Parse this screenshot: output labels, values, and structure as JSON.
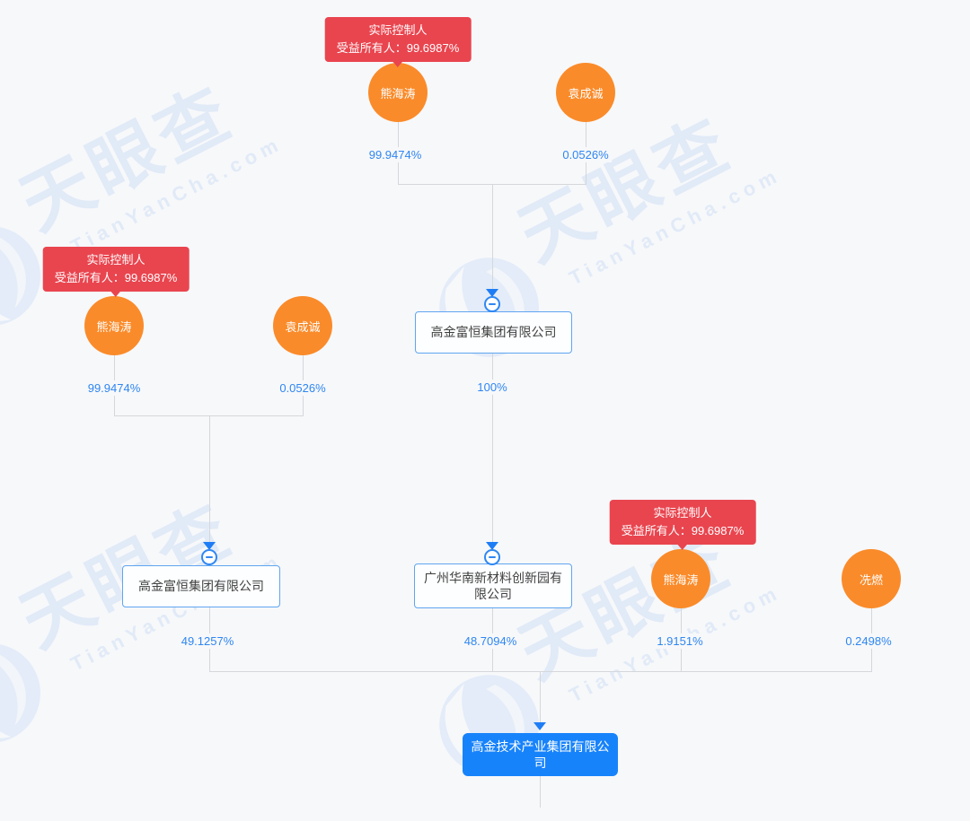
{
  "watermark": {
    "brand": "天眼查",
    "domain": "TianYanCha.com"
  },
  "badges": {
    "top": {
      "line1": "实际控制人",
      "line2": "受益所有人：99.6987%"
    },
    "left": {
      "line1": "实际控制人",
      "line2": "受益所有人：99.6987%"
    },
    "right": {
      "line1": "实际控制人",
      "line2": "受益所有人：99.6987%"
    }
  },
  "persons": {
    "top1": {
      "name": "熊海涛",
      "percent": "99.9474%"
    },
    "top2": {
      "name": "袁成诚",
      "percent": "0.0526%"
    },
    "left1": {
      "name": "熊海涛",
      "percent": "99.9474%"
    },
    "left2": {
      "name": "袁成诚",
      "percent": "0.0526%"
    },
    "right1": {
      "name": "熊海涛",
      "percent": "1.9151%"
    },
    "right2": {
      "name": "冼燃",
      "percent": "0.2498%"
    }
  },
  "companies": {
    "fuheng_top": {
      "name": "高金富恒集团有限公司",
      "percent_out": "100%"
    },
    "fuheng_left": {
      "name": "高金富恒集团有限公司",
      "percent_out": "49.1257%"
    },
    "huanan": {
      "name": "广州华南新材料创新园有限公司",
      "percent_out": "48.7094%"
    },
    "root": {
      "name": "高金技术产业集团有限公司"
    }
  },
  "colors": {
    "page_background": "#f7f8fa",
    "node_orange": "#fa8b2a",
    "badge_red": "#e9454f",
    "box_border_blue": "#5fa5f0",
    "root_fill_blue": "#1783fb",
    "percent_text_blue": "#2e86f2",
    "connector_gray": "#d5d7da",
    "watermark_blue": "#e1eaf7"
  }
}
